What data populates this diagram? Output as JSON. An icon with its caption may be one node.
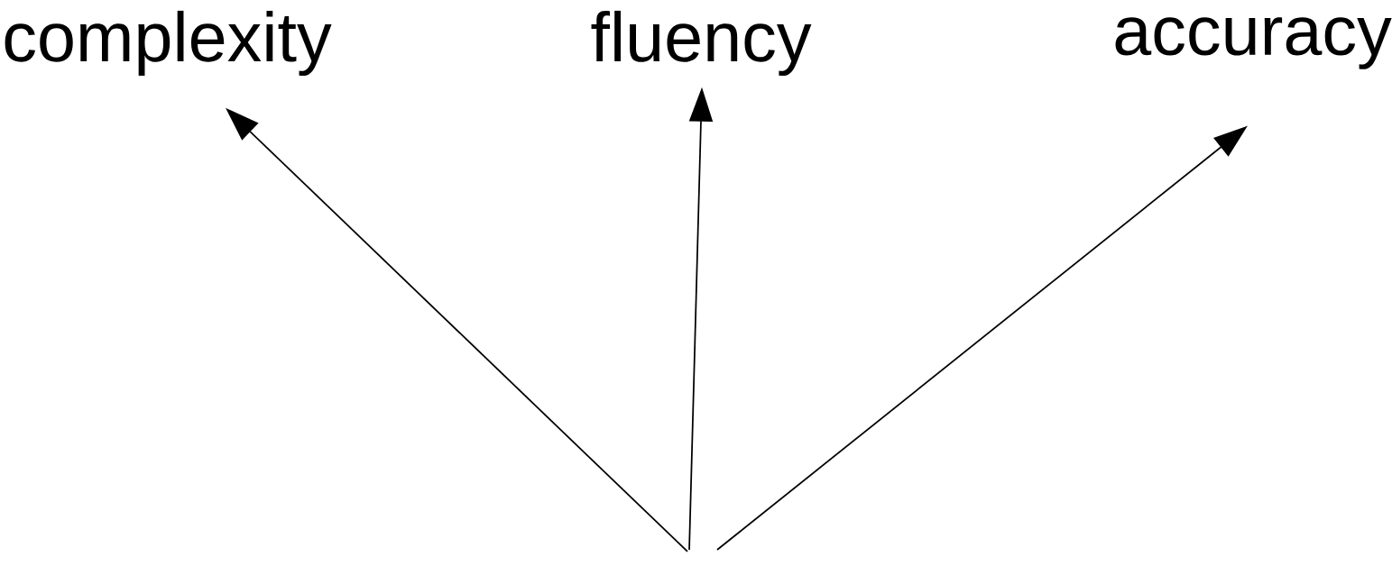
{
  "diagram": {
    "nodes": [
      {
        "text": [
          "complexity"
        ]
      },
      {
        "text": [
          "fluency"
        ]
      },
      {
        "text": [
          "accuracy"
        ]
      }
    ],
    "edges": [
      {
        "from": null,
        "to": 0,
        "arrow": "to"
      },
      {
        "from": null,
        "to": 1,
        "arrow": "to"
      },
      {
        "from": null,
        "to": 2,
        "arrow": "to"
      }
    ]
  }
}
